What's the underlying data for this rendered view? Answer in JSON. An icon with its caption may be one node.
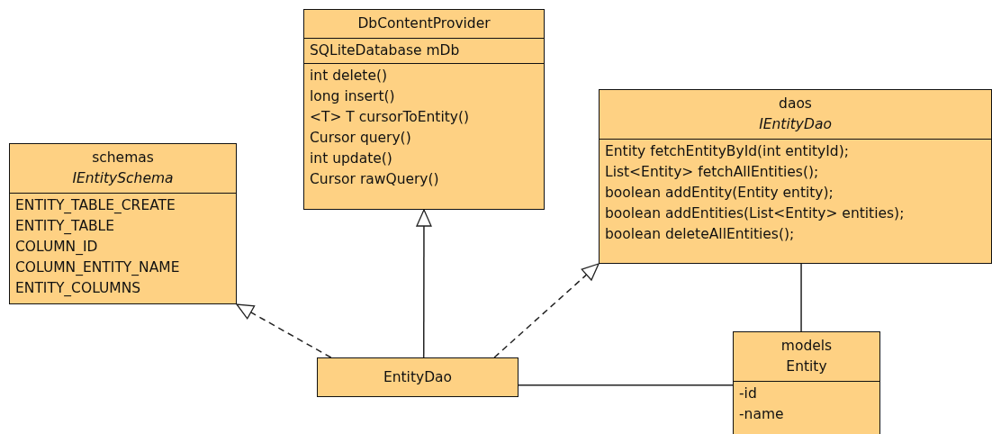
{
  "diagram": {
    "nodes": [
      {
        "text": [
          "DbContentProvider"
        ]
      },
      {
        "text": [
          "SQLiteDatabase mDb"
        ],
        "in": 0
      },
      {
        "text": [
          "int delete()",
          "long insert()",
          "<T> T cursorToEntity()",
          "Cursor query()",
          "int update()",
          "Cursor rawQuery()"
        ],
        "in": 0
      },
      {
        "text": [
          "schemas",
          "*IEntitySchema*"
        ]
      },
      {
        "text": [
          "ENTITY_TABLE_CREATE",
          "ENTITY_TABLE",
          "COLUMN_ID",
          "COLUMN_ENTITY_NAME",
          "ENTITY_COLUMNS"
        ],
        "in": 3
      },
      {
        "text": [
          "daos",
          "*IEntityDao*"
        ]
      },
      {
        "text": [
          "Entity fetchEntityById(int entityId);",
          "List<Entity> fetchAllEntities();",
          "boolean addEntity(Entity entity);",
          "boolean addEntities(List<Entity> entities);",
          "boolean deleteAllEntities();"
        ],
        "in": 5
      },
      {
        "text": [
          "EntityDao"
        ]
      },
      {
        "text": [
          "models",
          "Entity"
        ]
      },
      {
        "text": [
          "-id",
          "-name"
        ],
        "in": 8
      }
    ],
    "edges": [
      {
        "from": 7,
        "to": 3,
        "arrow": "to",
        "style": "dashed"
      },
      {
        "from": 7,
        "to": 0,
        "arrow": "to"
      },
      {
        "from": 7,
        "to": 5,
        "arrow": "to",
        "style": "dashed"
      },
      {
        "from": 7,
        "to": 8,
        "arrow": "none"
      },
      {
        "from": 5,
        "to": 8,
        "arrow": "none"
      }
    ]
  }
}
